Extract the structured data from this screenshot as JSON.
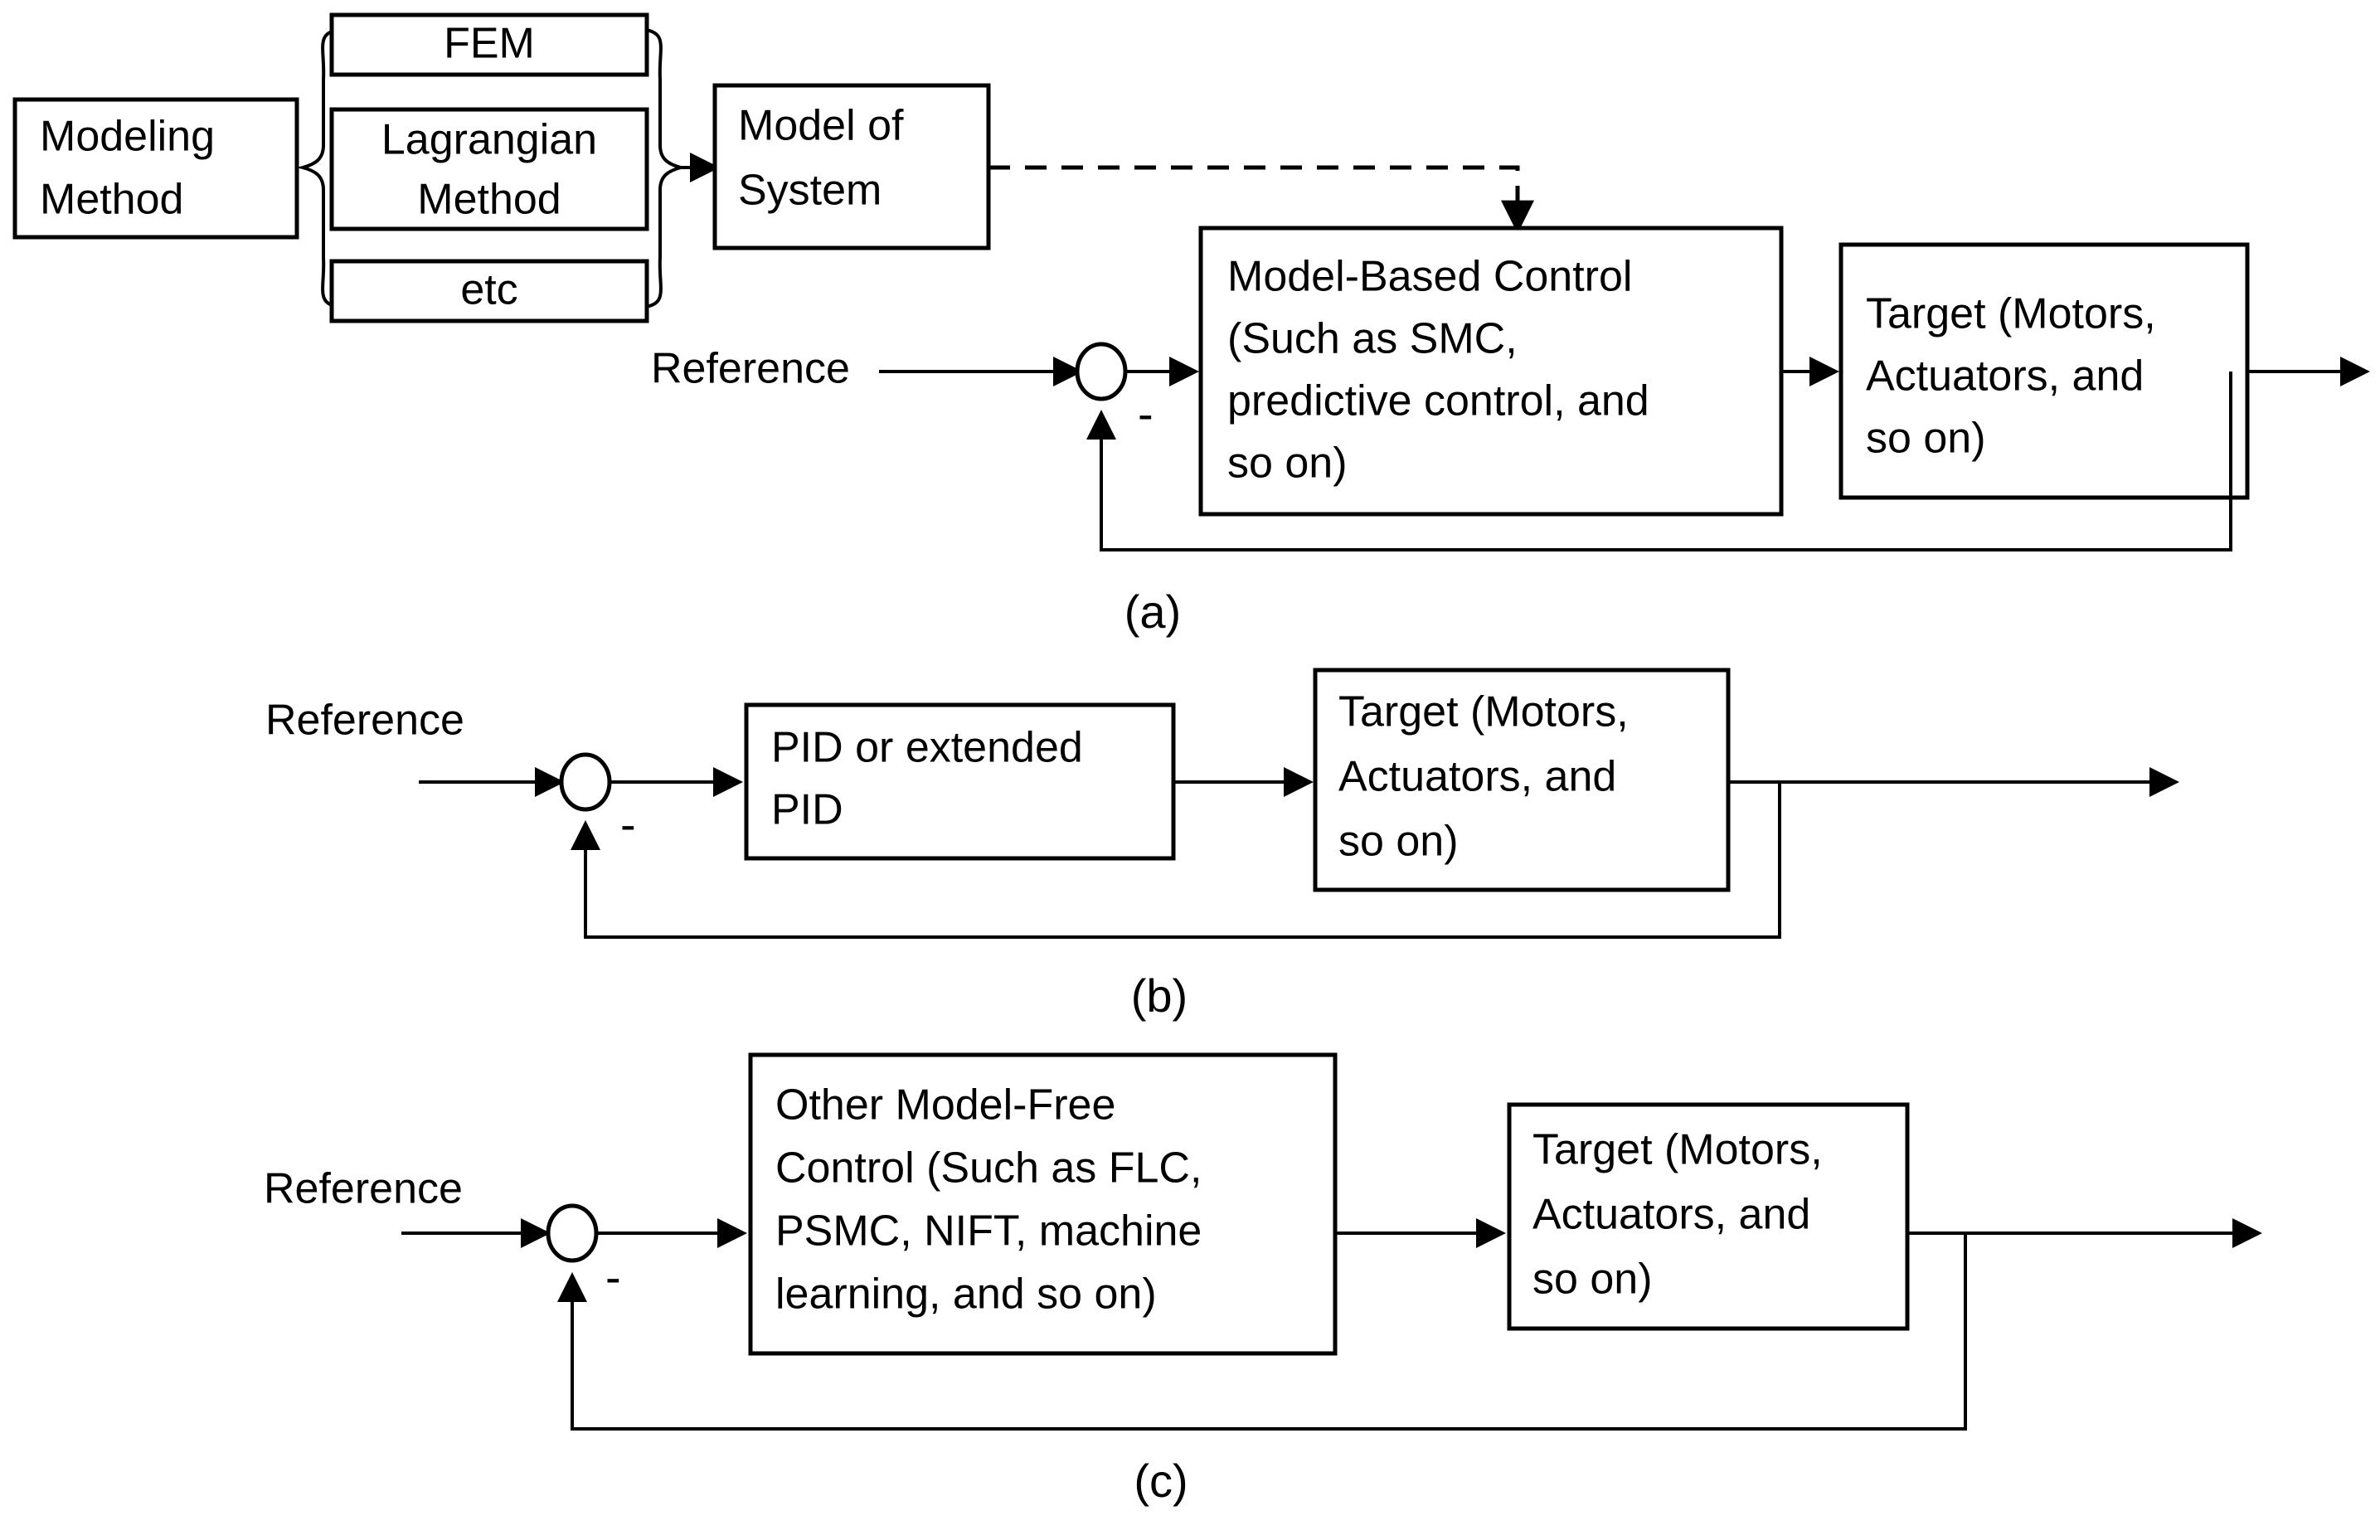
{
  "figure": {
    "type": "control-block-diagram",
    "background": "#ffffff",
    "line_color": "#000000",
    "text_color": "#000000"
  },
  "panel_a": {
    "caption": "(a)",
    "modeling_method": {
      "line1": "Modeling",
      "line2": "Method"
    },
    "methods": [
      {
        "label": "FEM"
      },
      {
        "label_line1": "Lagrangian",
        "label_line2": "Method"
      },
      {
        "label": "etc"
      }
    ],
    "model_of_system": {
      "line1": "Model of",
      "line2": "System"
    },
    "reference_label": "Reference",
    "sum_sign": "-",
    "controller": {
      "line1": "Model-Based Control",
      "line2": "(Such as SMC,",
      "line3": "predictive control, and",
      "line4": "so on)"
    },
    "plant": {
      "line1": "Target (Motors,",
      "line2": "Actuators, and",
      "line3": "so on)"
    }
  },
  "panel_b": {
    "caption": "(b)",
    "reference_label": "Reference",
    "sum_sign": "-",
    "controller": {
      "line1": "PID or extended",
      "line2": "PID"
    },
    "plant": {
      "line1": "Target (Motors,",
      "line2": "Actuators, and",
      "line3": "so on)"
    }
  },
  "panel_c": {
    "caption": "(c)",
    "reference_label": "Reference",
    "sum_sign": "-",
    "controller": {
      "line1": "Other Model-Free",
      "line2": "Control (Such as FLC,",
      "line3": "PSMC, NIFT, machine",
      "line4": "learning, and so on)"
    },
    "plant": {
      "line1": "Target (Motors,",
      "line2": "Actuators, and",
      "line3": "so on)"
    }
  }
}
